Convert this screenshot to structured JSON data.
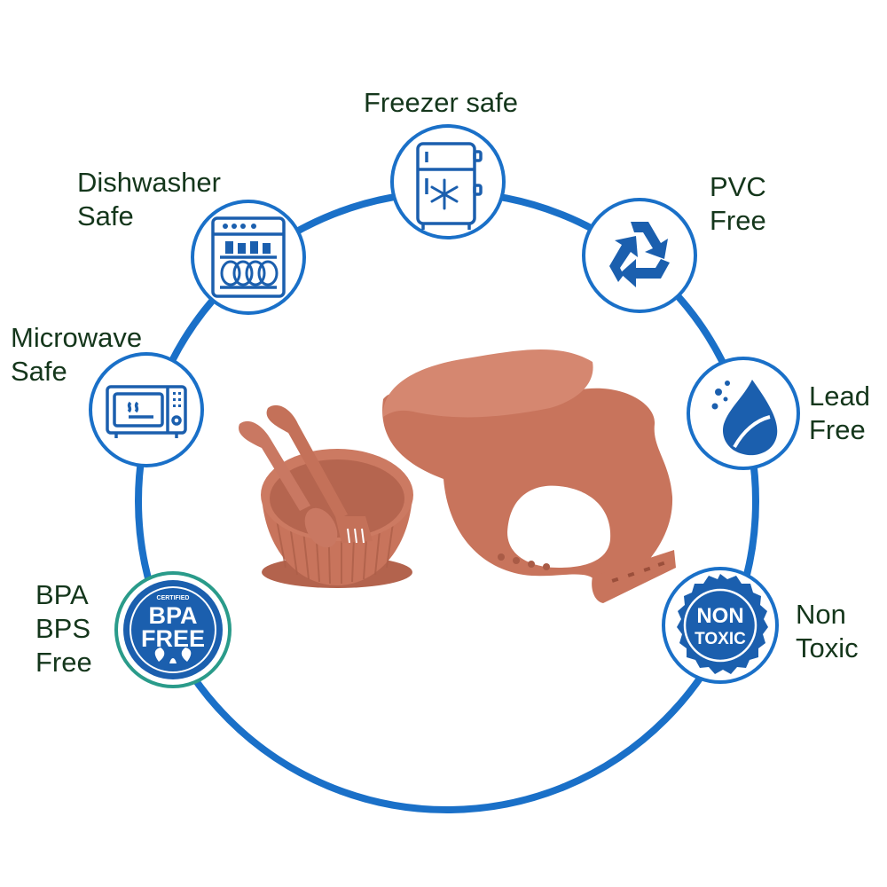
{
  "colors": {
    "ring": "#1a70c8",
    "icon_blue": "#1b5fae",
    "silicone": "#c8745c",
    "text": "#14361b"
  },
  "features": [
    {
      "id": "freezer",
      "icon": "freezer-icon",
      "lines": [
        "Freezer safe"
      ]
    },
    {
      "id": "pvc",
      "icon": "recycle-icon",
      "lines": [
        "PVC",
        "Free"
      ]
    },
    {
      "id": "lead",
      "icon": "water-leaf-icon",
      "lines": [
        "Lead",
        "Free"
      ]
    },
    {
      "id": "nontoxic",
      "icon": "non-toxic-badge-icon",
      "lines": [
        "Non",
        "Toxic"
      ],
      "badge_text": [
        "NON",
        "TOXIC"
      ]
    },
    {
      "id": "bpa",
      "icon": "bpa-free-badge-icon",
      "lines": [
        "BPA",
        "BPS",
        "Free"
      ],
      "badge_text": [
        "CERTIFIED",
        "BPA",
        "FREE"
      ]
    },
    {
      "id": "microwave",
      "icon": "microwave-icon",
      "lines": [
        "Microwave",
        "Safe"
      ]
    },
    {
      "id": "dishwasher",
      "icon": "dishwasher-icon",
      "lines": [
        "Dishwasher",
        "Safe"
      ]
    }
  ],
  "product": {
    "items": [
      "bowl-image",
      "spoon-image",
      "fork-image",
      "bib-image"
    ]
  }
}
